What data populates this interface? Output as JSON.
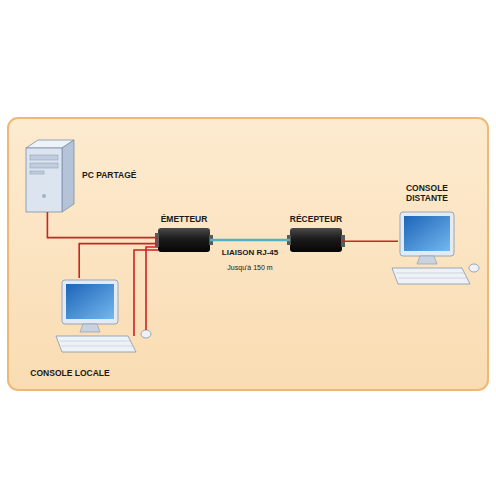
{
  "diagram": {
    "nodes": [
      {
        "text": [
          "PC PARTAGÉ"
        ]
      },
      {
        "text": [
          "CONSOLE DISTANTE"
        ]
      },
      {
        "text": [
          "ÉMETTEUR"
        ]
      },
      {
        "text": [
          "RÉCEPTEUR"
        ]
      },
      {
        "text": [
          "CONSOLE LOCALE"
        ]
      }
    ],
    "edges": [
      {
        "from": 0,
        "to": 2,
        "arrow": "none"
      },
      {
        "from": 2,
        "to": 3,
        "label": "LIAISON RJ-45",
        "arrow": "none"
      },
      {
        "from": 2,
        "to": 4,
        "arrow": "none"
      },
      {
        "from": 3,
        "to": 1,
        "arrow": "none"
      }
    ],
    "labels": [
      "Jusqu'à 150 m"
    ]
  }
}
